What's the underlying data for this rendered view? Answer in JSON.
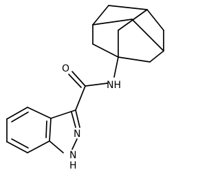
{
  "molecule": {
    "labels": {
      "oxygen": "O",
      "amide_nh": "NH",
      "ring_n": "N",
      "ring_nh": "N",
      "ring_h": "H"
    }
  }
}
